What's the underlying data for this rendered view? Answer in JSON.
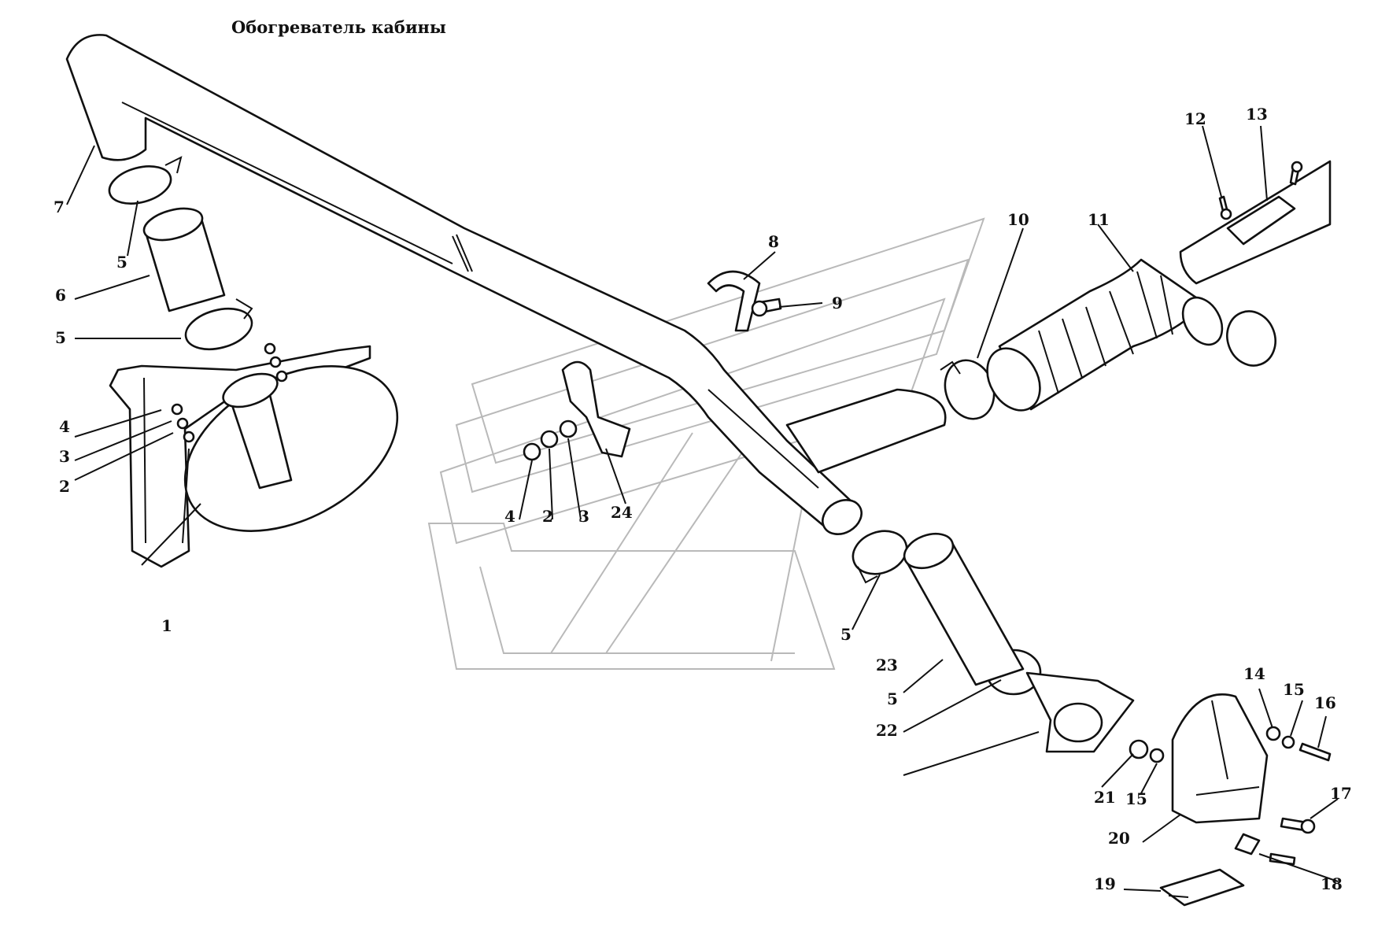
{
  "title": "Обогреватель кабины",
  "callouts": {
    "c1": "1",
    "c2a": "2",
    "c2b": "2",
    "c3a": "3",
    "c3b": "3",
    "c4a": "4",
    "c4b": "4",
    "c5a": "5",
    "c5b": "5",
    "c5c": "5",
    "c5d": "5",
    "c6": "6",
    "c7": "7",
    "c8": "8",
    "c9": "9",
    "c10": "10",
    "c11": "11",
    "c12": "12",
    "c13": "13",
    "c14": "14",
    "c15a": "15",
    "c15b": "15",
    "c16": "16",
    "c17": "17",
    "c18": "18",
    "c19": "19",
    "c20": "20",
    "c21": "21",
    "c22": "22",
    "c23": "23",
    "c24": "24"
  }
}
